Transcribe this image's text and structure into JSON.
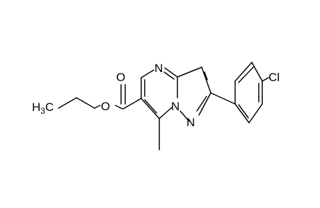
{
  "atoms": {
    "ester_o_single": "O",
    "ester_o_double": "O",
    "ring_n_top": "N",
    "ring_n_bridge": "N",
    "ring_n_pyrazole": "N",
    "chlorine": "Cl"
  },
  "ethyl": {
    "h": "H",
    "h_count": "3",
    "c": "C"
  }
}
